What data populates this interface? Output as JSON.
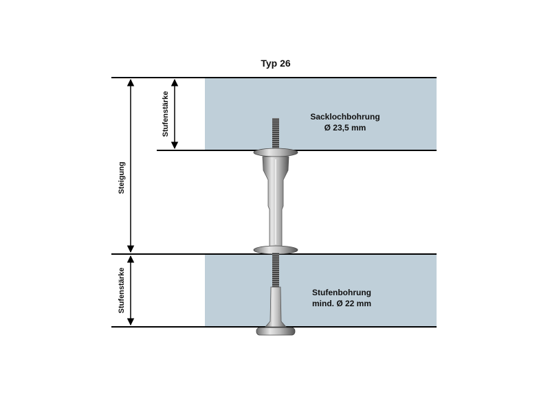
{
  "title": "Typ 26",
  "upper_step": {
    "label_line1": "Sacklochbohrung",
    "label_line2": "Ø 23,5 mm"
  },
  "lower_step": {
    "label_line1": "Stufenbohrung",
    "label_line2": "mind. Ø 22 mm"
  },
  "dimensions": {
    "upper_thickness": "Stufenstärke",
    "rise": "Steigung",
    "lower_thickness": "Stufenstärke"
  },
  "colors": {
    "step_fill": "#bfcfd9",
    "line": "#000000",
    "metal_light": "#e6e6e6",
    "metal_dark": "#6f6f6f"
  }
}
